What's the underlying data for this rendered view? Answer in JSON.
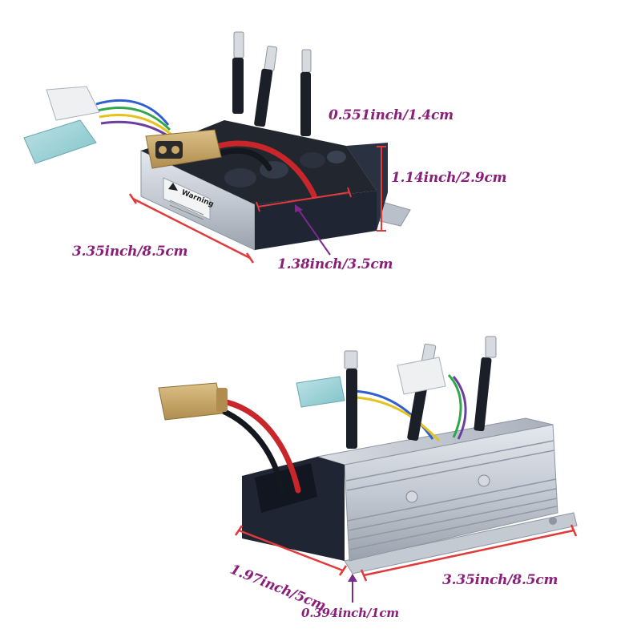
{
  "colors": {
    "label_text": "#8a1f7a",
    "dimension_line": "#e03a3a",
    "arrow_purple": "#7a2a8a",
    "housing_dark": "#1f2533",
    "aluminum": "#c9ced6",
    "connector_tan": "#c9a86a",
    "wire_red": "#c8262b"
  },
  "top_view": {
    "warning_label": "Warning",
    "dims": {
      "length": "3.35inch/8.5cm",
      "width": "1.38inch/3.5cm",
      "height": "1.14inch/2.9cm",
      "terminal": "0.551inch/1.4cm"
    }
  },
  "bottom_view": {
    "dims": {
      "length": "3.35inch/8.5cm",
      "width": "1.97inch/5cm",
      "flange": "0.394inch/1cm"
    }
  }
}
